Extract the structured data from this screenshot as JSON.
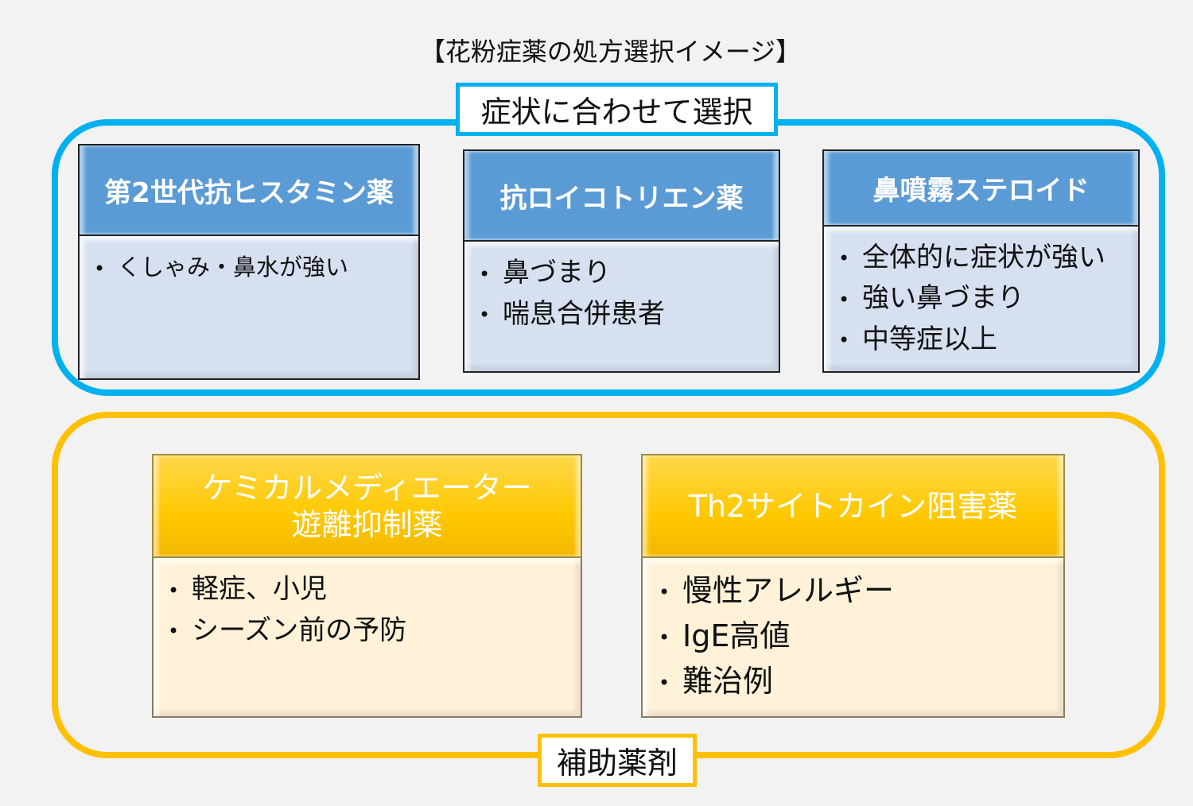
{
  "title": "【花粉症薬の処方選択イメージ】",
  "groups": [
    {
      "label": "症状に合わせて選択",
      "color": "#00b0f0",
      "cards": [
        {
          "title": "第2世代抗ヒスタミン薬",
          "items": [
            "くしゃみ・鼻水が強い"
          ]
        },
        {
          "title": "抗ロイコトリエン薬",
          "items": [
            "鼻づまり",
            "喘息合併患者"
          ]
        },
        {
          "title": "鼻噴霧ステロイド",
          "items": [
            "全体的に症状が強い",
            "強い鼻づまり",
            "中等症以上"
          ]
        }
      ]
    },
    {
      "label": "補助薬剤",
      "color": "#ffc000",
      "cards": [
        {
          "title_line1": "ケミカルメディエーター",
          "title_line2": "遊離抑制薬",
          "items": [
            "軽症、小児",
            "シーズン前の予防"
          ]
        },
        {
          "title": "Th2サイトカイン阻害薬",
          "items": [
            "慢性アレルギー",
            "IgE高値",
            "難治例"
          ]
        }
      ]
    }
  ]
}
